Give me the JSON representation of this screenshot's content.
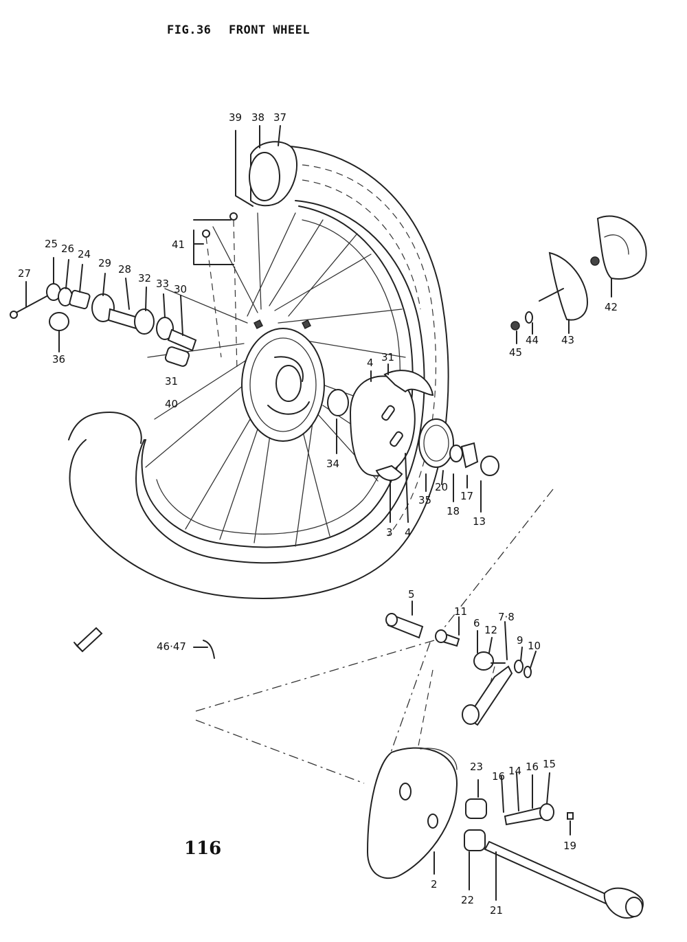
{
  "header": {
    "fig_number": "FIG.36",
    "fig_title": "FRONT WHEEL"
  },
  "footer": {
    "page_number": "116"
  },
  "labels": {
    "p39": "39",
    "p38": "38",
    "p37": "37",
    "p41": "41",
    "p25": "25",
    "p26": "26",
    "p24": "24",
    "p29": "29",
    "p28": "28",
    "p32": "32",
    "p33": "33",
    "p30": "30",
    "p27": "27",
    "p36": "36",
    "p31a": "31",
    "p31b": "31",
    "p40": "40",
    "p4a": "4",
    "p4b": "4",
    "p3": "3",
    "p34": "34",
    "p35": "35",
    "p20": "20",
    "p18": "18",
    "p17": "17",
    "p13": "13",
    "p42": "42",
    "p43": "43",
    "p44": "44",
    "p45": "45",
    "p5": "5",
    "p11": "11",
    "p6": "6",
    "p12": "12",
    "p78": "7·8",
    "p9": "9",
    "p10": "10",
    "p4647": "46·47",
    "p23": "23",
    "p16a": "16",
    "p14": "14",
    "p16b": "16",
    "p15": "15",
    "p19": "19",
    "p2": "2",
    "p22": "22",
    "p21": "21"
  }
}
